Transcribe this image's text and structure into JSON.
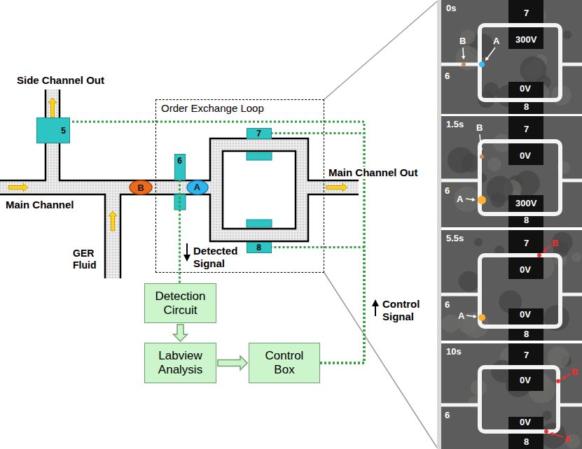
{
  "diagram": {
    "nodes": [
      {
        "text": [
          "Order Exchange Loop"
        ]
      },
      {
        "text": [
          "5"
        ]
      },
      {
        "text": [
          "7"
        ],
        "in": 0
      },
      {
        "text": [
          "6"
        ],
        "in": 0
      },
      {
        "text": [
          "B"
        ]
      },
      {
        "text": [
          "A"
        ],
        "in": 0
      },
      {
        "text": [
          "8"
        ],
        "in": 0
      },
      {
        "text": [
          "Detection Circuit"
        ]
      },
      {
        "text": [
          "Labview Analysis"
        ]
      },
      {
        "text": [
          "Control Box"
        ]
      },
      {
        "text": [
          "0s",
          "7",
          "300V",
          "B",
          "A",
          "6",
          "0V",
          "8"
        ]
      },
      {
        "text": [
          "1.5s",
          "7",
          "B",
          "0V",
          "6",
          "A",
          "300V",
          "8"
        ]
      },
      {
        "text": [
          "5.5s",
          "7",
          "B",
          "0V",
          "6",
          "A",
          "0V",
          "8"
        ]
      },
      {
        "text": [
          "10s",
          "7",
          "B",
          "0V",
          "6",
          "0V",
          "A",
          "8"
        ]
      }
    ],
    "edges": [
      {
        "from": 3,
        "to": 7,
        "arrow": "none"
      },
      {
        "from": 7,
        "to": 8,
        "arrow": "to"
      },
      {
        "from": 8,
        "to": 9,
        "arrow": "to"
      },
      {
        "from": 9,
        "to": 2,
        "arrow": "none"
      },
      {
        "from": 9,
        "to": 6,
        "arrow": "none"
      },
      {
        "from": 9,
        "to": 1,
        "arrow": "none"
      }
    ],
    "labels": [
      "Side Channel Out",
      "Main Channel Out",
      "Main Channel",
      "Detected Signal",
      "GER Fluid",
      "Control Signal"
    ]
  }
}
